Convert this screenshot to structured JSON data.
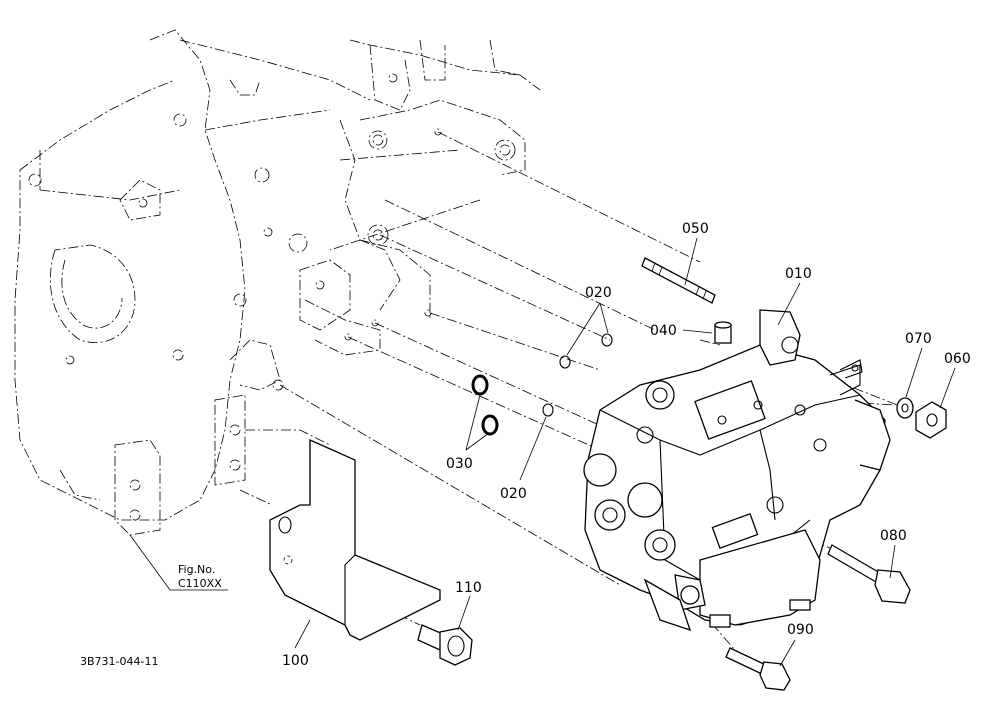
{
  "labels": {
    "p010": "010",
    "p020a": "020",
    "p020b": "020",
    "p030": "030",
    "p040": "040",
    "p050": "050",
    "p060": "060",
    "p070": "070",
    "p080": "080",
    "p090": "090",
    "p100": "100",
    "p110": "110"
  },
  "figref": {
    "line1": "Fig.No.",
    "line2": "C110XX"
  },
  "drawing_code": "3B731-044-11"
}
